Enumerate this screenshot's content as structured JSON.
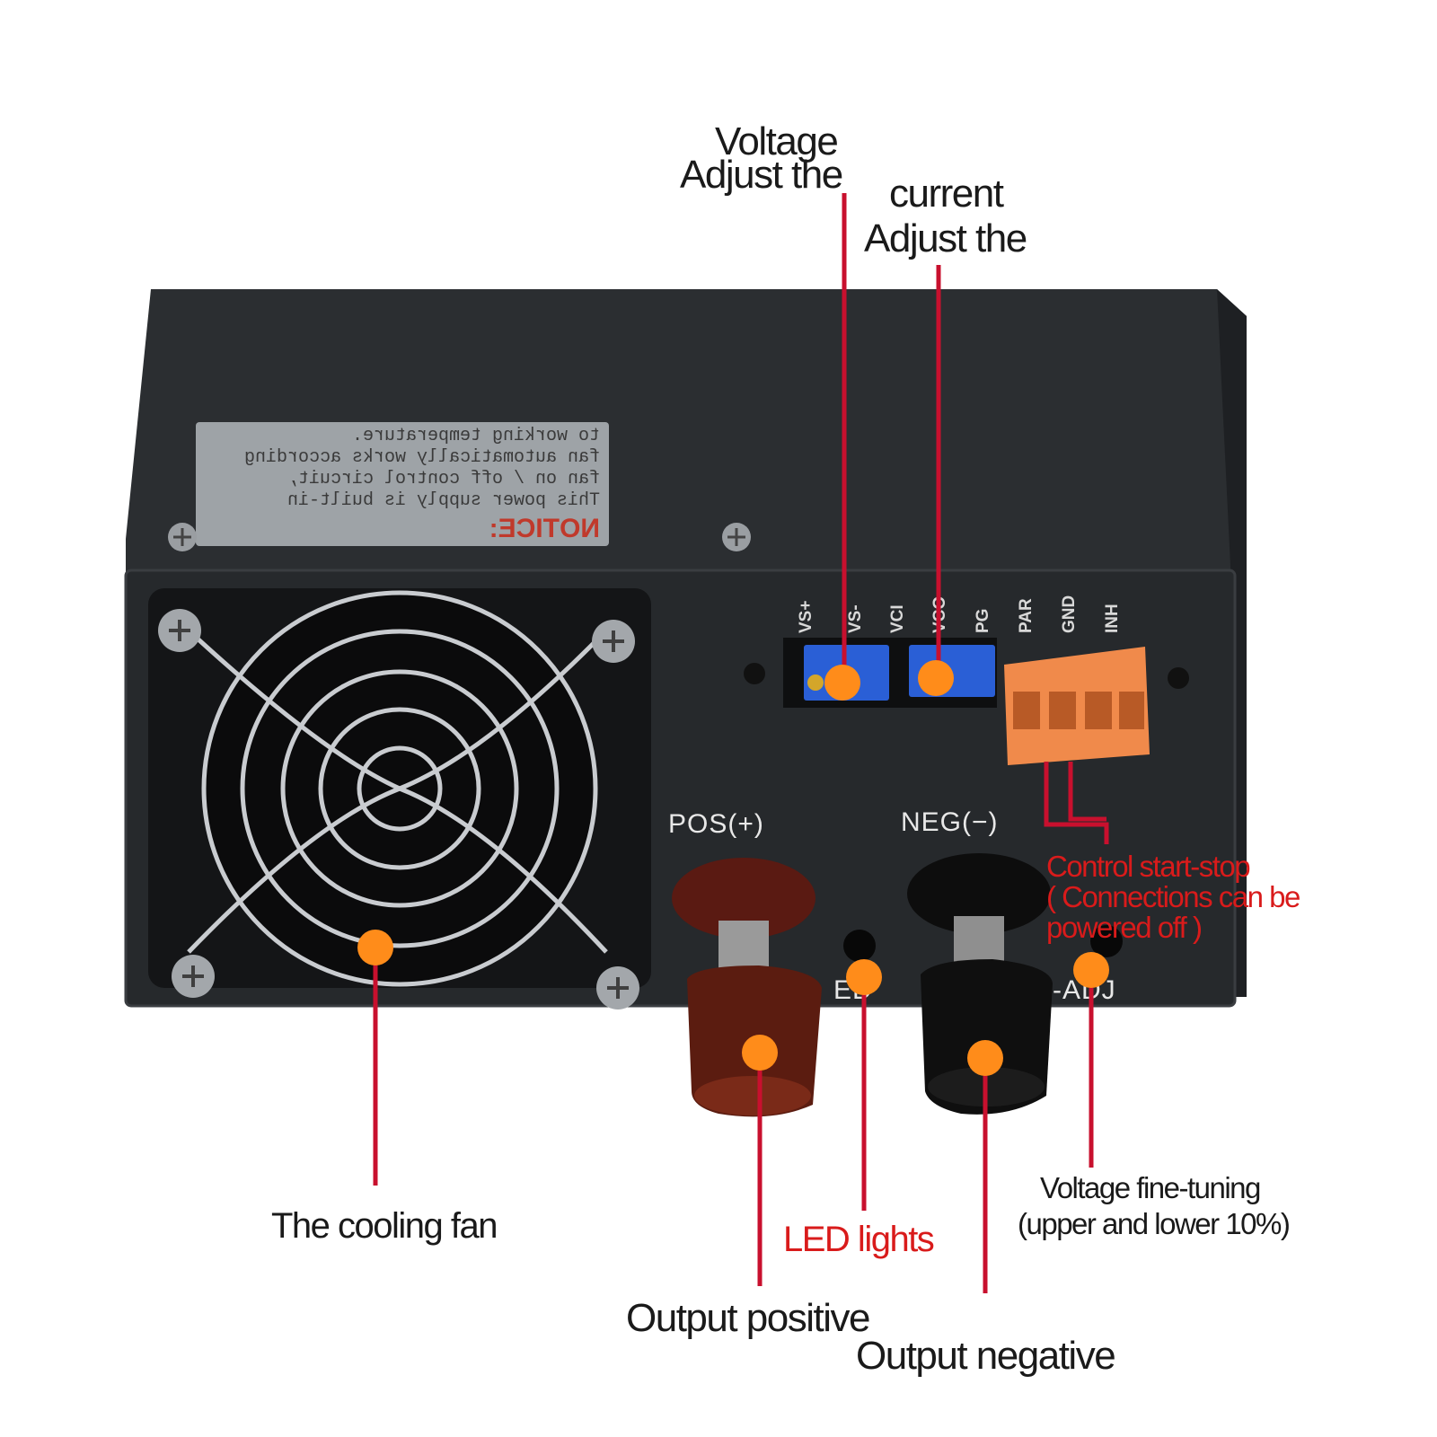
{
  "callouts": {
    "voltage_adjust": {
      "line1": "Voltage",
      "line2": "Adjust the"
    },
    "current_adjust": {
      "line1": "current",
      "line2": "Adjust the"
    },
    "control": {
      "line1": "Control start-stop",
      "line2": "( Connections can be",
      "line3": "powered off )"
    },
    "fan": "The cooling fan",
    "led": "LED lights",
    "output_positive": "Output positive",
    "output_negative": "Output negative",
    "fine_tuning": {
      "line1": "Voltage fine-tuning",
      "line2": "(upper and lower 10%)"
    }
  },
  "panel": {
    "pos_label": "POS(+)",
    "neg_label": "NEG(−)",
    "led_label": "ED",
    "vadj_label": "-ADJ",
    "terminal_labels": [
      "VS+",
      "VS-",
      "VCI",
      "VCO",
      "PG",
      "PAR",
      "GND",
      "INH"
    ]
  },
  "notice": {
    "title": "NOTICE:",
    "lines": [
      "This power supply is built-in",
      "fan on / off control circuit,",
      "fan automatically works according",
      "to working temperature."
    ]
  },
  "colors": {
    "marker": "#ff8c1a",
    "leader": "#c8102e",
    "terminal_block": "#f08a4b",
    "pot": "#2a5fd6",
    "case": "#24272a"
  }
}
